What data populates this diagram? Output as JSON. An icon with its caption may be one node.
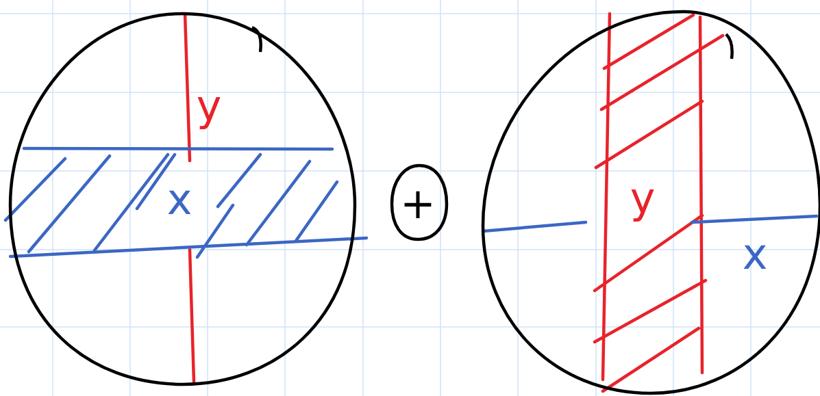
{
  "diagram": {
    "nodes": [
      {
        "text": [
          "y",
          "x"
        ]
      },
      {
        "text": [
          "+"
        ]
      },
      {
        "text": [
          "y",
          "x"
        ]
      }
    ]
  }
}
